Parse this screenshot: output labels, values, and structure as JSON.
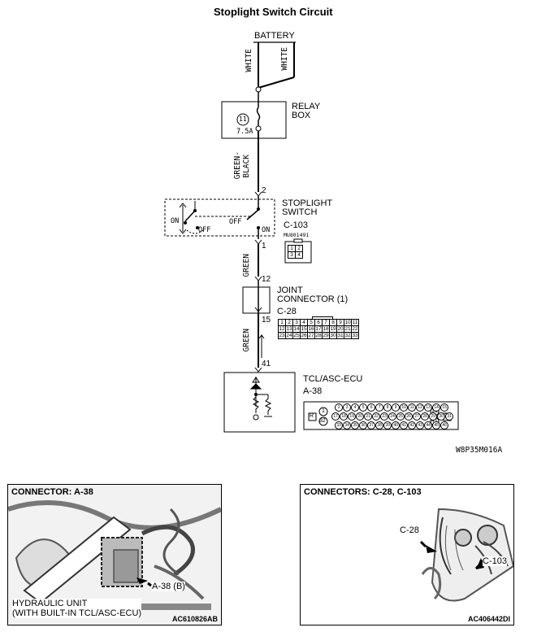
{
  "title": "Stoplight Switch Circuit",
  "battery": {
    "label": "BATTERY",
    "wire_left": "WHITE",
    "wire_right": "WHITE"
  },
  "relay_box": {
    "label_line1": "RELAY",
    "label_line2": "BOX",
    "fuse_number": "11",
    "fuse_rating": "7.5A"
  },
  "wire_relay_switch": {
    "color_line1": "GREEN-",
    "color_line2": "BLACK",
    "pin_top": "2"
  },
  "stoplight_switch": {
    "label_line1": "STOPLIGHT",
    "label_line2": "SWITCH",
    "connector": "C-103",
    "part_number": "MU801491",
    "pins": [
      "1",
      "2",
      "3",
      "4"
    ],
    "on_left": "ON",
    "off_left": "OFF",
    "off_right": "OFF",
    "on_right": "ON",
    "pin_bottom": "1"
  },
  "wire_switch_joint": {
    "color": "GREEN",
    "pin_top": "12"
  },
  "joint_connector": {
    "label_line1": "JOINT",
    "label_line2": "CONNECTOR (1)",
    "connector": "C-28",
    "pin_rows": [
      [
        "1",
        "2",
        "3",
        "4",
        "5",
        "6",
        "7",
        "8",
        "9",
        "10",
        "11"
      ],
      [
        "12",
        "13",
        "14",
        "15",
        "16",
        "17",
        "18",
        "19",
        "20",
        "21",
        "22"
      ],
      [
        "23",
        "24",
        "25",
        "26",
        "27",
        "28",
        "29",
        "30",
        "31",
        "32",
        "33"
      ]
    ],
    "pin_bottom": "15"
  },
  "wire_joint_ecu": {
    "color": "GREEN",
    "pin_bottom": "41"
  },
  "ecu": {
    "label": "TCL/ASC-ECU",
    "connector": "A-38",
    "pin_left_top": "1",
    "pin_left_bottom": "32",
    "pin_right_top": "16",
    "pin_right_bottom": "41",
    "mark_left": "R",
    "mark_right": "L",
    "row1": [
      "2",
      "3",
      "4",
      "5",
      "6",
      "7",
      "8",
      "9",
      "10",
      "11",
      "12",
      "13",
      "14",
      "15"
    ],
    "row2": [
      "17",
      "18",
      "19",
      "20",
      "21",
      "22",
      "23",
      "24",
      "25",
      "26",
      "27",
      "28",
      "29",
      "30",
      "31"
    ],
    "row3": [
      "33",
      "34",
      "35",
      "36",
      "37",
      "38",
      "39",
      "40",
      "41",
      "42",
      "43",
      "44",
      "45",
      "46"
    ]
  },
  "diagram_ref": "W8P35M016A",
  "photo_left": {
    "title": "CONNECTOR: A-38",
    "callout": "A-38 (B)",
    "caption_line1": "HYDRAULIC UNIT",
    "caption_line2": "(WITH BUILT-IN TCL/ASC-ECU)",
    "ref": "AC610826AB"
  },
  "photo_right": {
    "title": "CONNECTORS: C-28, C-103",
    "callout_a": "C-28",
    "callout_b": "C-103",
    "ref": "AC406442DI"
  }
}
